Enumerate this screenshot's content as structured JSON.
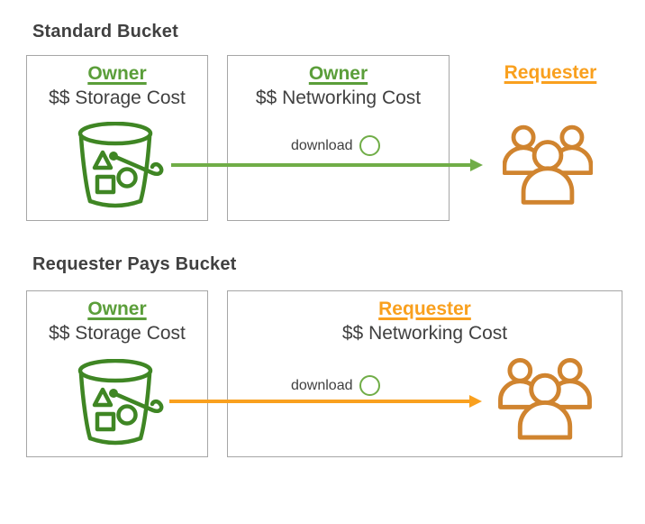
{
  "colors": {
    "text_dark": "#404040",
    "box_border": "#A6A6A6",
    "owner_green": "#5B9E3A",
    "bucket_green": "#3F8624",
    "arrow_green": "#70AD47",
    "requester_orange": "#F9A01E",
    "arrow_orange": "#F9A01E",
    "people_orange": "#D0842F"
  },
  "standard": {
    "title": "Standard Bucket",
    "storage_box": {
      "role": "Owner",
      "cost": "$$ Storage Cost"
    },
    "network_box": {
      "role": "Owner",
      "cost": "$$ Networking Cost",
      "download_label": "download"
    },
    "requester_label": "Requester"
  },
  "requester_pays": {
    "title": "Requester Pays Bucket",
    "storage_box": {
      "role": "Owner",
      "cost": "$$ Storage Cost"
    },
    "network_box": {
      "role": "Requester",
      "cost": "$$ Networking Cost",
      "download_label": "download"
    }
  },
  "icons": {
    "bucket": "s3-bucket-icon",
    "users": "users-group-icon",
    "download_circle": "download-circle-icon",
    "arrow": "arrow-right"
  }
}
